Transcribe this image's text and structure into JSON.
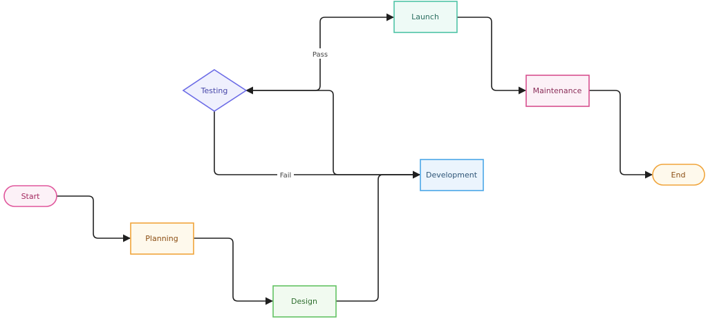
{
  "nodes": {
    "start": {
      "label": "Start",
      "shape": "stadium",
      "fill": "#fcf1f7",
      "stroke": "#e0559b",
      "text": "#a3285f"
    },
    "planning": {
      "label": "Planning",
      "shape": "rect",
      "fill": "#fef9ec",
      "stroke": "#f0a43a",
      "text": "#8a4d12"
    },
    "design": {
      "label": "Design",
      "shape": "rect",
      "fill": "#f1faf0",
      "stroke": "#62c262",
      "text": "#2e6e2e"
    },
    "development": {
      "label": "Development",
      "shape": "rect",
      "fill": "#ebf4fd",
      "stroke": "#4aa6e8",
      "text": "#2e5577"
    },
    "testing": {
      "label": "Testing",
      "shape": "diamond",
      "fill": "#eff0fd",
      "stroke": "#6b6be6",
      "text": "#4545a8"
    },
    "launch": {
      "label": "Launch",
      "shape": "rect",
      "fill": "#eefaf6",
      "stroke": "#4ec3a6",
      "text": "#2a6e60"
    },
    "maintenance": {
      "label": "Maintenance",
      "shape": "rect",
      "fill": "#fcf1f7",
      "stroke": "#d64f8e",
      "text": "#8a2d58"
    },
    "end": {
      "label": "End",
      "shape": "stadium",
      "fill": "#fef9ec",
      "stroke": "#f0a43a",
      "text": "#8a4d12"
    }
  },
  "edges": [
    {
      "from": "start",
      "to": "planning",
      "label": ""
    },
    {
      "from": "planning",
      "to": "design",
      "label": ""
    },
    {
      "from": "design",
      "to": "development",
      "label": ""
    },
    {
      "from": "development",
      "to": "testing",
      "label": ""
    },
    {
      "from": "testing",
      "to": "launch",
      "label": "Pass"
    },
    {
      "from": "testing",
      "to": "development",
      "label": "Fail"
    },
    {
      "from": "launch",
      "to": "maintenance",
      "label": ""
    },
    {
      "from": "maintenance",
      "to": "end",
      "label": ""
    }
  ],
  "colors": {
    "edge": "#1f1f1f",
    "edge_label_text": "#444444"
  }
}
